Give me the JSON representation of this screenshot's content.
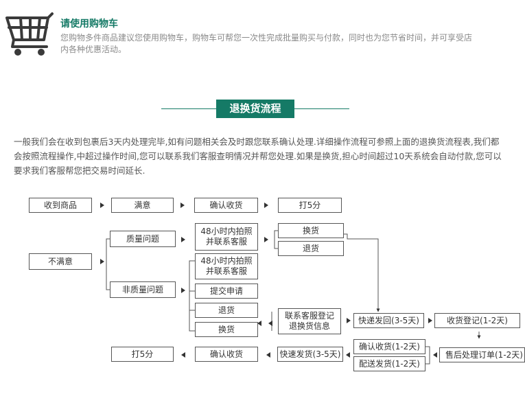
{
  "header": {
    "title": "请使用购物车",
    "description": "您购物多件商品建议您使用购物车，购物车可帮您一次性完成批量购买与付款，同时也为您节省时间，并可享受店内各种优惠活动。"
  },
  "section": {
    "title": "退换货流程"
  },
  "intro": "一般我们会在收到包裹后3天内处理完毕,如有问题相关会及时跟您联系确认处理.详细操作流程可参照上面的退换货流程表,我们都会按照流程操作,中超过操作时间,您可以联系我们客服查明情况并帮您处理.如果是换货,担心时间超过10天系统会自动付款,您可以要求我们客服帮您把交易时间延长.",
  "flow": {
    "received": "收到商品",
    "satisfied": "满意",
    "confirm_receipt_top": "确认收货",
    "rate_top": "打5分",
    "unsatisfied": "不满意",
    "quality_issue": "质量问题",
    "non_quality_issue": "非质量问题",
    "photo_48h_a": [
      "48小时内拍照",
      "并联系客服"
    ],
    "photo_48h_b": [
      "48小时内拍照",
      "并联系客服"
    ],
    "exchange_a": "换货",
    "return_a": "退货",
    "submit_request": "提交申请",
    "return_b": "退货",
    "exchange_b": "换货",
    "contact_cs": [
      "联系客服登记",
      "退换货信息"
    ],
    "express_return": "快递发回(3-5天)",
    "receive_register": "收货登记(1-2天)",
    "confirm_receipt_mid": "确认收货(1-2天)",
    "deliver": "配送发货(1-2天)",
    "after_sale": "售后处理订单(1-2天)",
    "express_ship": "快速发货(3-5天)",
    "confirm_receipt_bottom": "确认收货",
    "rate_bottom": "打5分"
  }
}
